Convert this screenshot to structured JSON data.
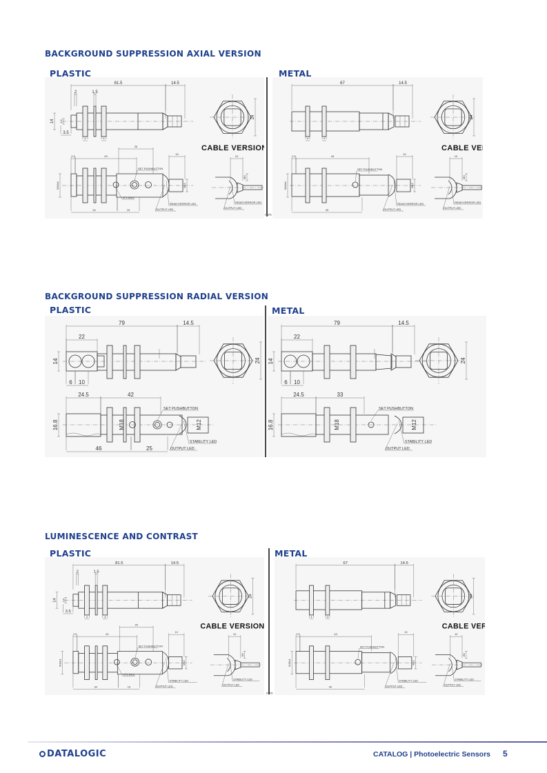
{
  "sections": [
    {
      "title": "BACKGROUND SUPPRESSION AXIAL VERSION",
      "plastic": {
        "label": "PLASTIC",
        "cable_label": "CABLE VERSION",
        "dims": {
          "length": "81.5",
          "connector": "14.5",
          "a": "2",
          "b": "1.5",
          "height": "14",
          "small": "3.6",
          "front": "3.5",
          "nut1": "4",
          "nut2": "4",
          "hex": "24",
          "rear": "2.5",
          "body": "43",
          "top": "25",
          "conn": "10",
          "thread": "M18x1",
          "m12": "M12",
          "bottom1": "34",
          "bottom2": "15",
          "cable_len": "10",
          "cable_dia": "Ø4"
        },
        "callouts": {
          "button": "SET PUSHBUTTON",
          "holes": "N°2 Ø3.6",
          "led1": "READY/ERROR LED",
          "led2": "OUTPUT LED",
          "cable_led1": "READY/ERROR LED",
          "cable_led2": "OUTPUT LED"
        }
      },
      "metal": {
        "label": "METAL",
        "cable_label": "CABLE VERSION",
        "dims": {
          "length": "67",
          "connector": "14.5",
          "nut1": "4",
          "nut2": "4",
          "hex": "24",
          "rear": "2.5",
          "body": "43",
          "conn": "10",
          "thread": "M18x1",
          "m12": "M12",
          "bottom1": "49",
          "cable_len": "10",
          "cable_dia": "Ø4"
        },
        "callouts": {
          "button": "SET PUSHBUTTON",
          "led1": "READY/ERROR LED",
          "led2": "OUTPUT LED",
          "cable_led1": "READY/ERROR LED",
          "cable_led2": "OUTPUT LED"
        }
      },
      "unit": "mm"
    },
    {
      "title": "BACKGROUND SUPPRESSION RADIAL VERSION",
      "plastic": {
        "label": "PLASTIC",
        "dims": {
          "length": "79",
          "connector": "14.5",
          "head": "22",
          "height": "14",
          "lens1": "6",
          "lens2": "10",
          "hex": "24",
          "head2": "24.5",
          "body": "42",
          "height2": "16.8",
          "thread": "M18",
          "m12": "M12",
          "bottom1": "46",
          "bottom2": "25"
        },
        "callouts": {
          "button": "SET PUSHBUTTON",
          "led1": "STABILITY  LED",
          "led2": "OUTPUT LED"
        }
      },
      "metal": {
        "label": "METAL",
        "dims": {
          "length": "79",
          "connector": "14.5",
          "head": "22",
          "height": "14",
          "lens1": "6",
          "lens2": "10",
          "hex": "24",
          "head2": "24.5",
          "body": "33",
          "height2": "16.8",
          "thread": "M18",
          "m12": "M12"
        },
        "callouts": {
          "button": "SET PUSHBUTTON",
          "led1": "STABILITY  LED",
          "led2": "OUTPUT LED"
        }
      }
    },
    {
      "title": "LUMINESCENCE AND CONTRAST",
      "plastic": {
        "label": "PLASTIC",
        "cable_label": "CABLE VERSION",
        "dims": {
          "length": "81.5",
          "connector": "14.5",
          "a": "2",
          "b": "1.5",
          "height": "14",
          "small": "3.6",
          "front": "3.5",
          "nut1": "4",
          "nut2": "4",
          "hex": "24",
          "rear": "2.5",
          "body": "43",
          "top": "25",
          "conn": "10",
          "thread": "M18x1",
          "m12": "M12",
          "bottom1": "34",
          "bottom2": "15",
          "cable_len": "10",
          "cable_dia": "Ø4"
        },
        "callouts": {
          "button": "SET PUSHBUTTON",
          "holes": "N°2 Ø3.6",
          "led1": "STABILITY  LED",
          "led2": "OUTPUT LED",
          "cable_led1": "STABILITY  LED",
          "cable_led2": "OUTPUT LED"
        }
      },
      "metal": {
        "label": "METAL",
        "cable_label": "CABLE VERSION",
        "dims": {
          "length": "67",
          "connector": "14.5",
          "nut1": "4",
          "nut2": "4",
          "hex": "24",
          "rear": "2.5",
          "body": "43",
          "conn": "10",
          "thread": "M18x1",
          "m12": "M12",
          "bottom1": "49",
          "cable_len": "10",
          "cable_dia": "Ø4"
        },
        "callouts": {
          "button": "SET PUSHBUTTON",
          "led1": "STABILITY  LED",
          "led2": "OUTPUT LED",
          "cable_led1": "STABILITY  LED",
          "cable_led2": "OUTPUT LED"
        }
      },
      "unit": "mm"
    }
  ],
  "footer": {
    "brand": "DATALOGIC",
    "catalog": "CATALOG | Photoelectric Sensors",
    "page": "5"
  },
  "colors": {
    "accent": "#1e3f8c"
  }
}
